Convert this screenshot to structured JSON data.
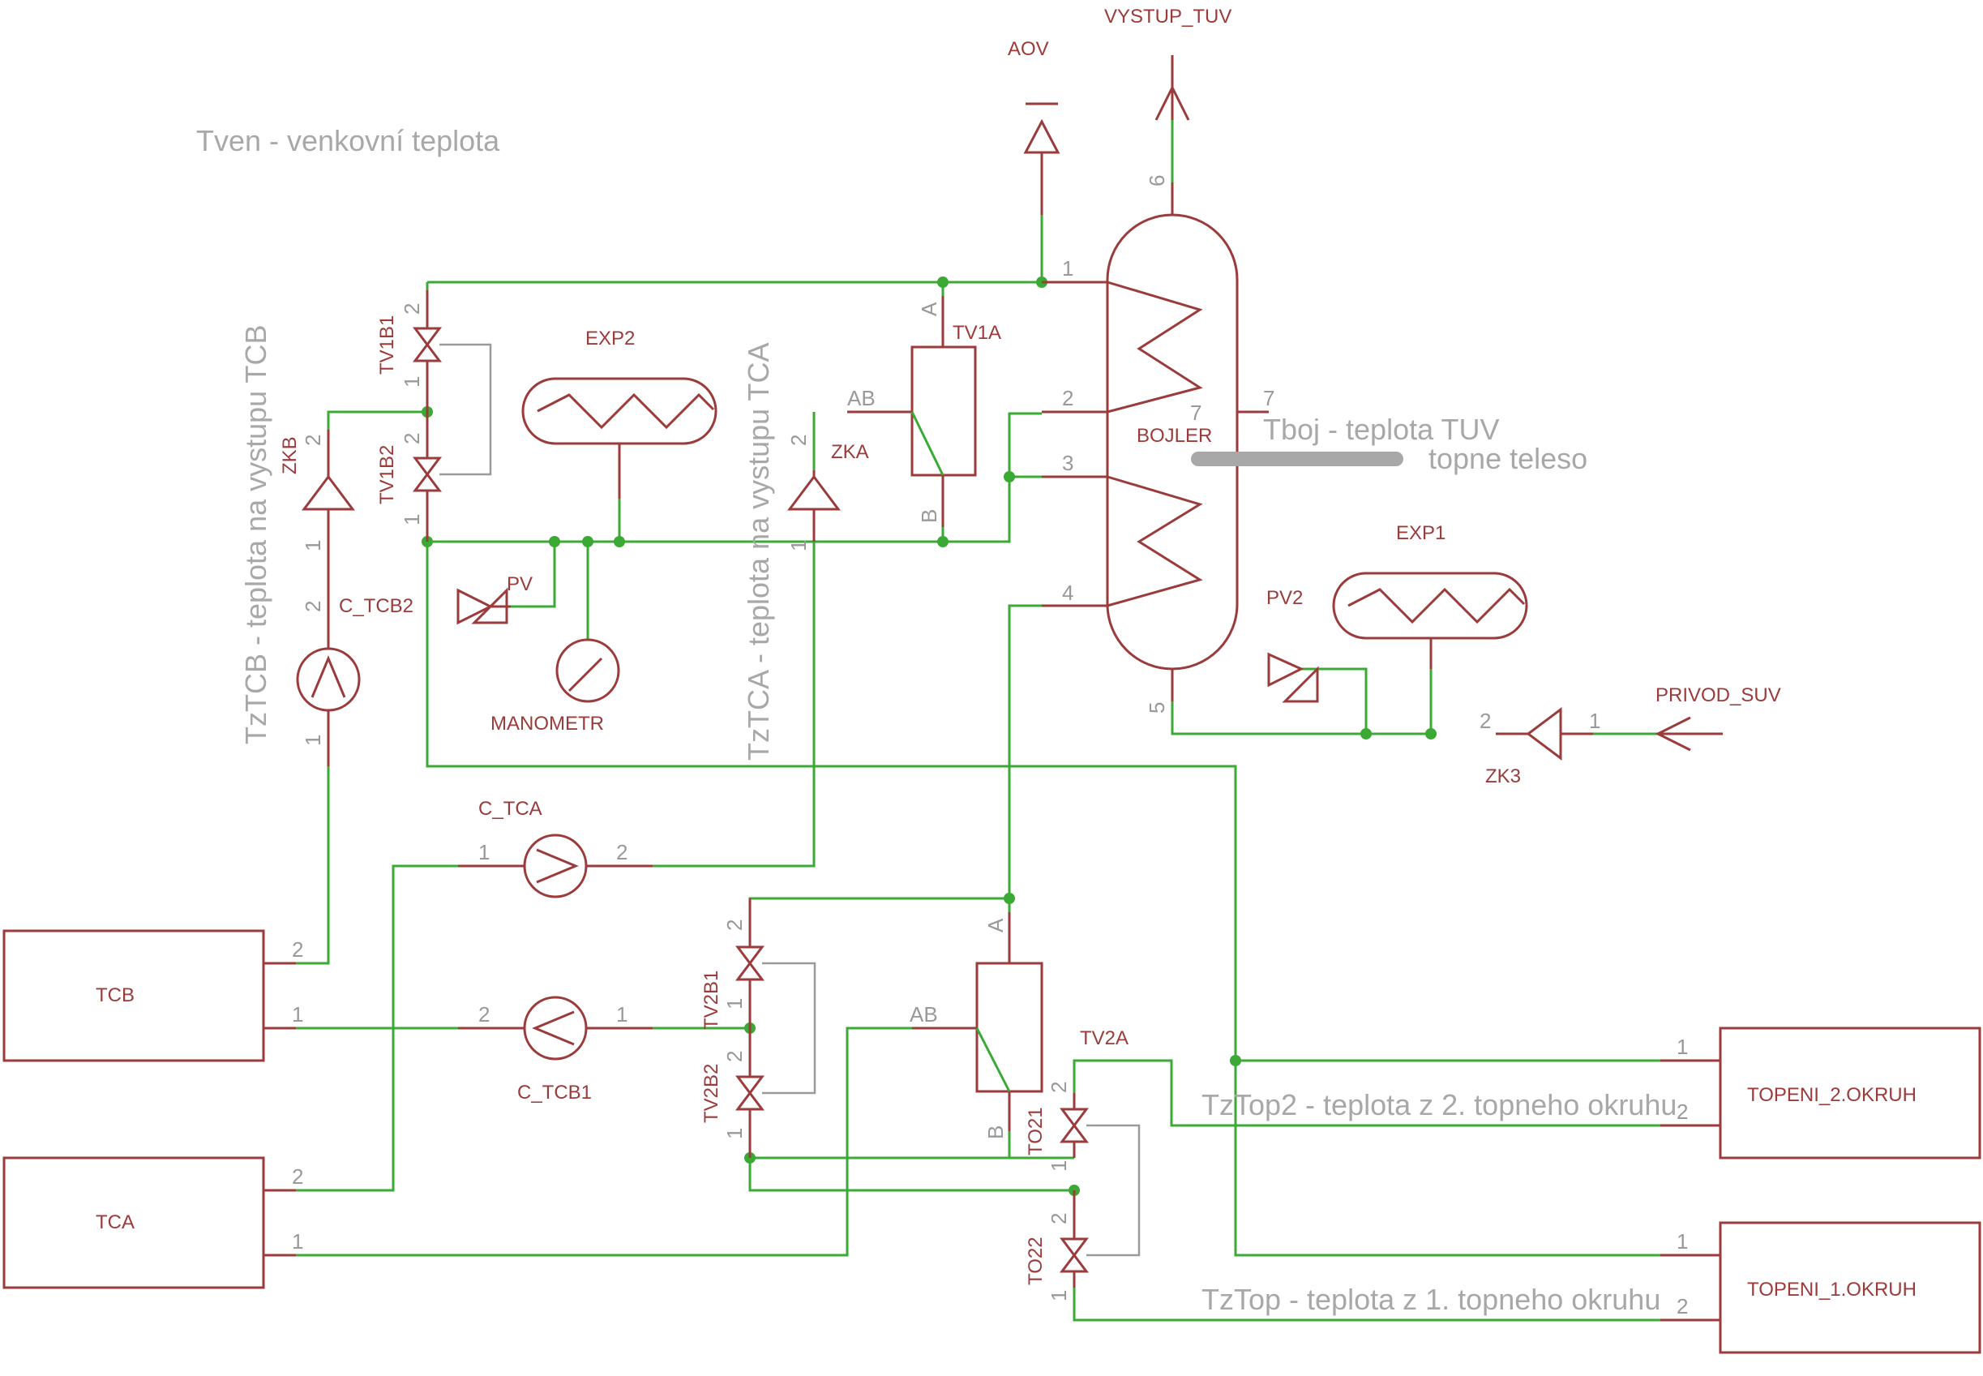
{
  "notes": {
    "tven": "Tven - venkovní teplota",
    "tztcb": "TzTCB - teplota na vystupu TCB",
    "tztca": "TzTCA - teplota na vystupu TCA",
    "tboj": "Tboj - teplota TUV",
    "topne_teleso": "topne teleso",
    "tztop2": "TzTop2 - teplota z 2. topneho okruhu",
    "tztop": "TzTop - teplota z 1. topneho okruhu"
  },
  "labels": {
    "aov": "AOV",
    "vystup_tuv": "VYSTUP_TUV",
    "bojler": "BOJLER",
    "exp1": "EXP1",
    "exp2": "EXP2",
    "tv1a": "TV1A",
    "tv2a": "TV2A",
    "tv1b1": "TV1B1",
    "tv1b2": "TV1B2",
    "tv2b1": "TV2B1",
    "tv2b2": "TV2B2",
    "to21": "TO21",
    "to22": "TO22",
    "zkb": "ZKB",
    "zka": "ZKA",
    "zk3": "ZK3",
    "pv": "PV",
    "pv2": "PV2",
    "manometr": "MANOMETR",
    "c_tcb2": "C_TCB2",
    "c_tca": "C_TCA",
    "c_tcb1": "C_TCB1",
    "privod_suv": "PRIVOD_SUV",
    "tcb": "TCB",
    "tca": "TCA",
    "topeni2": "TOPENI_2.OKRUH",
    "topeni1": "TOPENI_1.OKRUH"
  },
  "pins": {
    "one": "1",
    "two": "2",
    "three": "3",
    "four": "4",
    "five": "5",
    "six": "6",
    "seven": "7",
    "a": "A",
    "b": "B",
    "ab": "AB"
  },
  "colors": {
    "symbol": "#9b3b3b",
    "wire": "#3aaa35",
    "note": "#a8a8a8",
    "pin": "#999999"
  }
}
